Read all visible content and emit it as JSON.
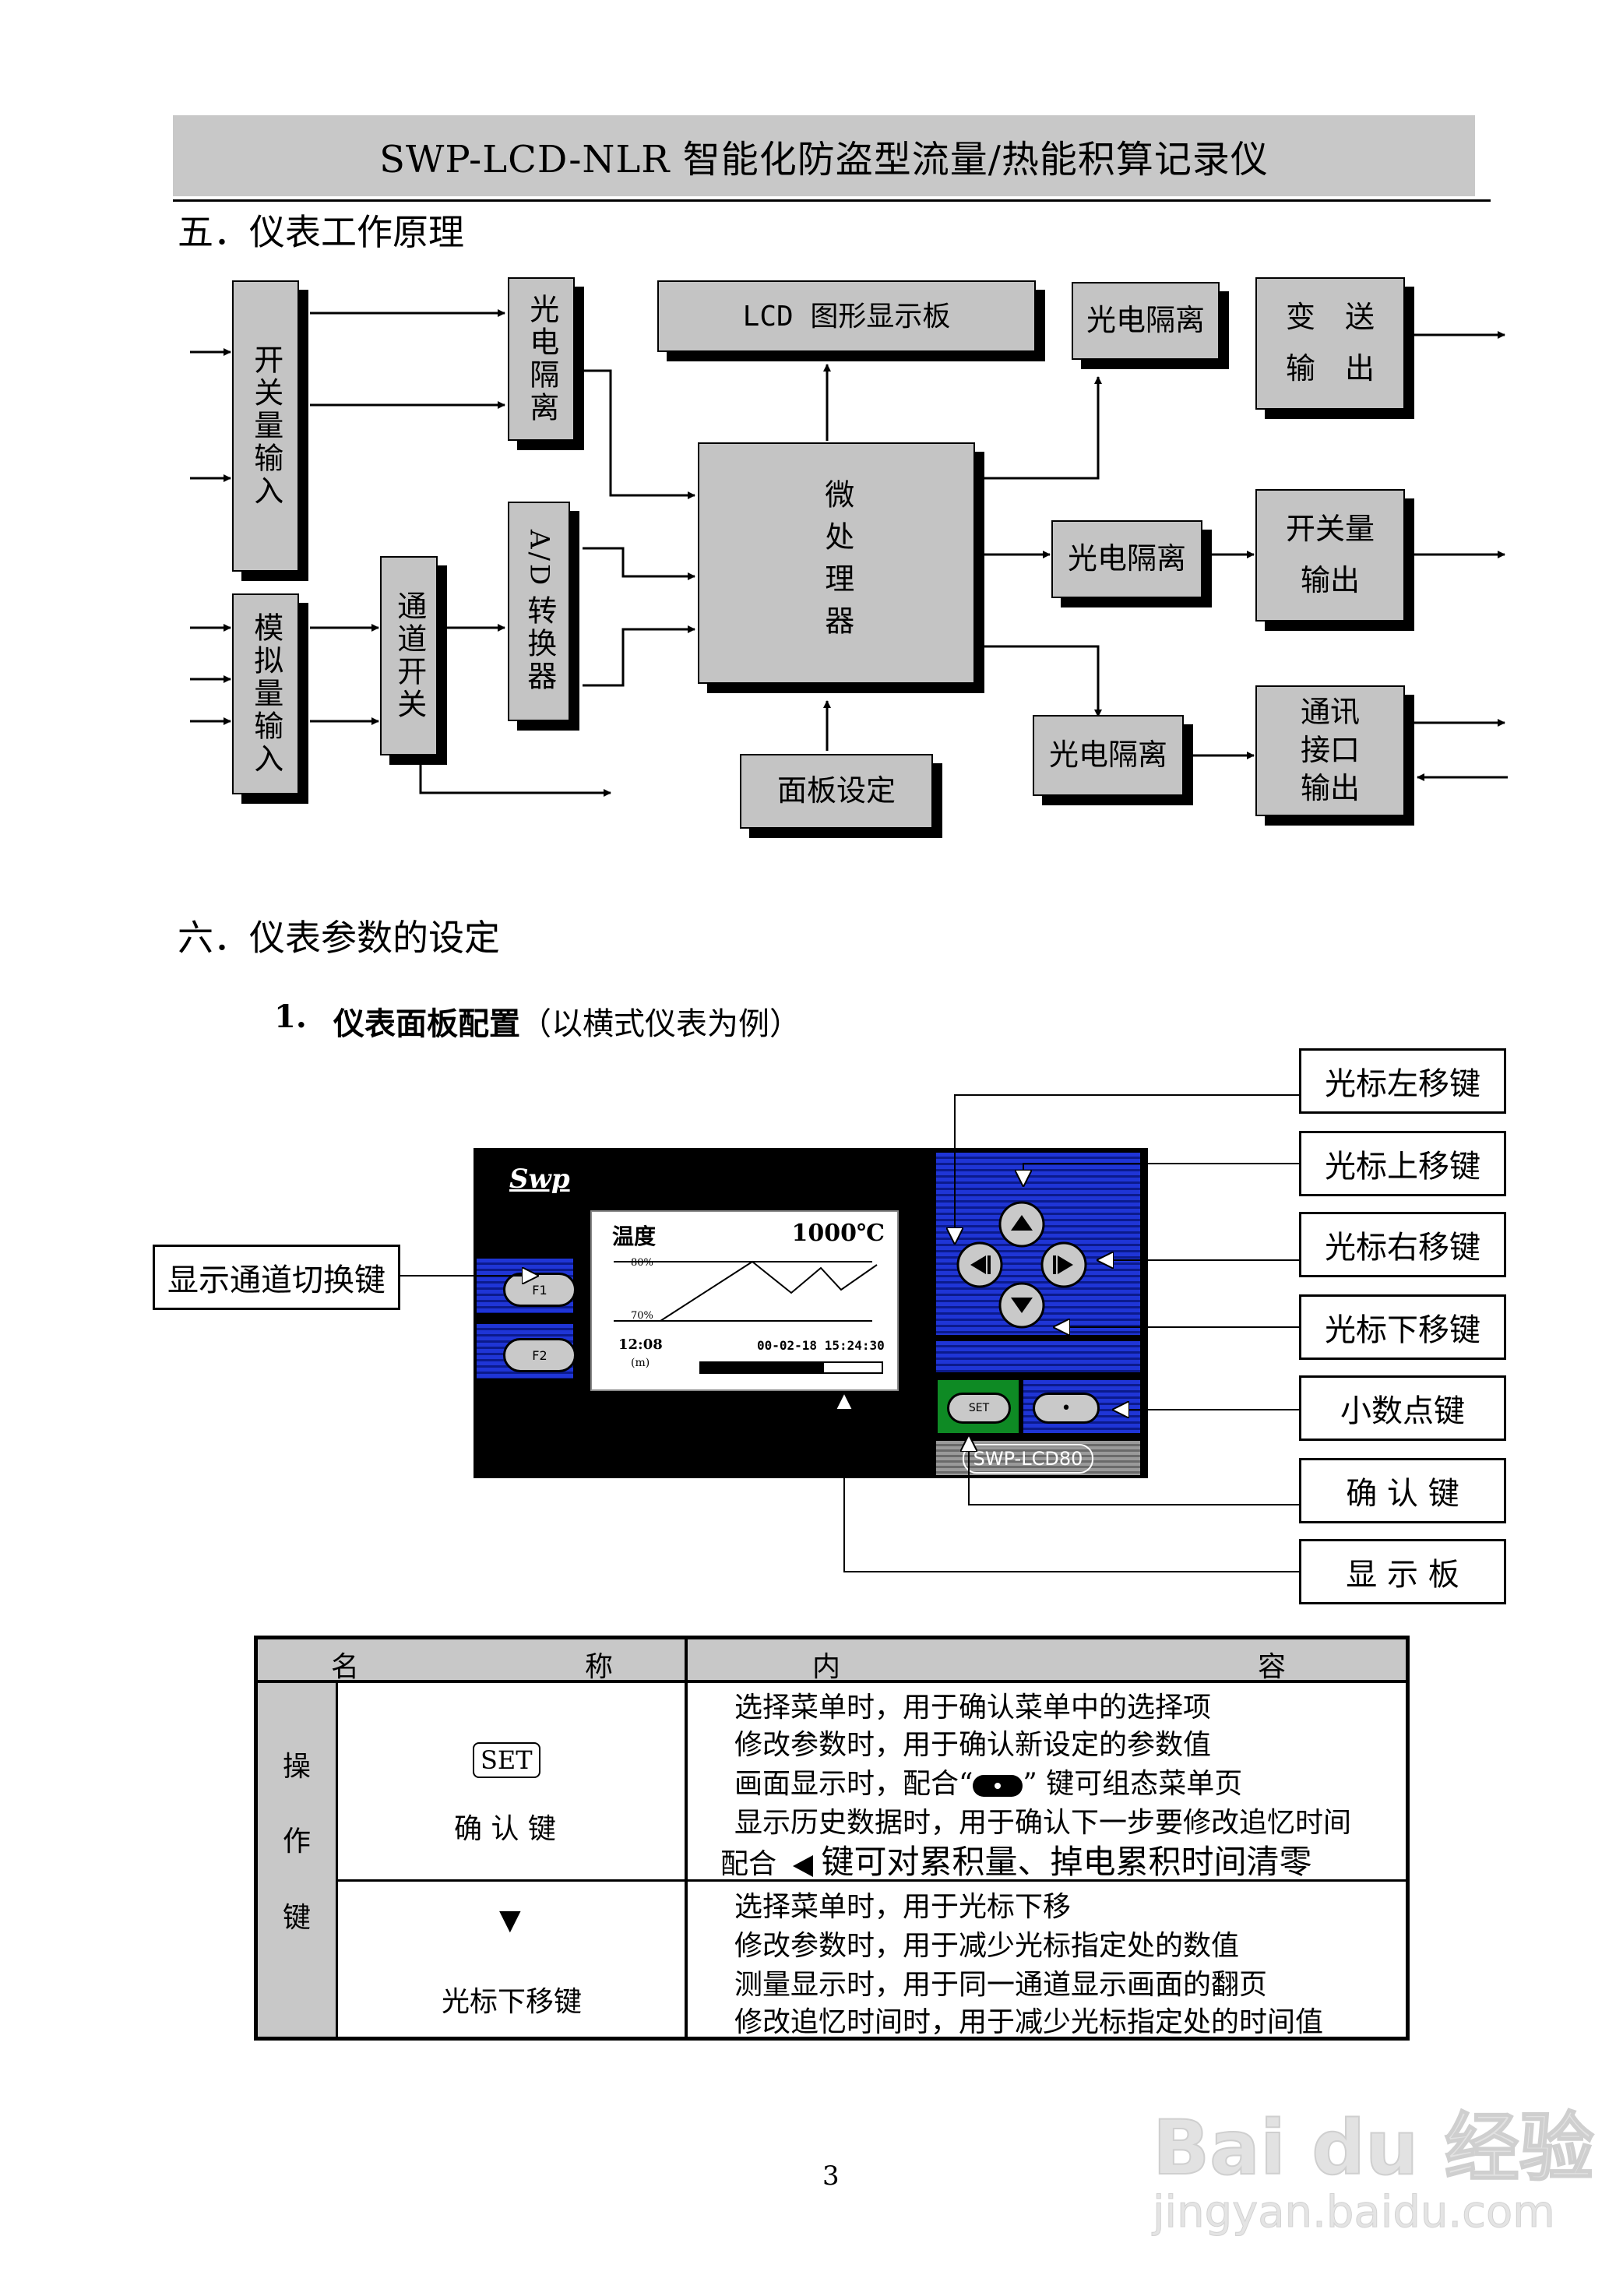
{
  "header": {
    "title": "SWP-LCD-NLR 智能化防盗型流量/热能积算记录仪"
  },
  "section5": {
    "title": "五．仪表工作原理",
    "blocks": {
      "switch_input": "开关量输入",
      "analog_input": "模拟量输入",
      "opto1": "光电隔离",
      "channel_switch": "通道开关",
      "adc_prefix": "A/D",
      "adc_suffix": "转换器",
      "lcd_board": "LCD 图形显示板",
      "cpu": "微处理器",
      "panel_setting": "面板设定",
      "opto2": "光电隔离",
      "opto3": "光电隔离",
      "opto4": "光电隔离",
      "transmit_top": "变　送",
      "transmit_bottom": "输　出",
      "switch_out_top": "开关量",
      "switch_out_bottom": "输出",
      "comm_1": "通讯",
      "comm_2": "接口",
      "comm_3": "输出"
    }
  },
  "section6": {
    "title": "六．仪表参数的设定",
    "sub_number": "1.",
    "sub_title": "仪表面板配置",
    "sub_note": "（以横式仪表为例）"
  },
  "panel": {
    "logo": "Swp",
    "screen": {
      "label": "温度",
      "value": "1000℃",
      "tick_high": "80%",
      "tick_low": "70%",
      "span": "12:08",
      "span_unit": "(m)",
      "datetime": "00-02-18 15:24:30",
      "progress": 0.68
    },
    "f1": "F1",
    "f2": "F2",
    "set": "SET",
    "model": "SWP-LCD80",
    "callouts": {
      "display_switch": "显示通道切换键",
      "cursor_left": "光标左移键",
      "cursor_up": "光标上移键",
      "cursor_right": "光标右移键",
      "cursor_down": "光标下移键",
      "decimal": "小数点键",
      "confirm": "确 认 键",
      "display_board": "显 示 板"
    }
  },
  "table": {
    "head_name_1": "名",
    "head_name_2": "称",
    "head_content_1": "内",
    "head_content_2": "容",
    "group_1": "操",
    "group_2": "作",
    "group_3": "键",
    "row1": {
      "key_label": "SET",
      "name": "确 认 键",
      "lines": [
        "选择菜单时，用于确认菜单中的选择项",
        "修改参数时，用于确认新设定的参数值",
        "画面显示时，配合“",
        "” 键可组态菜单页",
        "显示历史数据时，用于确认下一步要修改追忆时间",
        "配合",
        "键可对累积量、掉电累积时间清零"
      ]
    },
    "row2": {
      "key_symbol": "▼",
      "name": "光标下移键",
      "lines": [
        "选择菜单时，用于光标下移",
        "修改参数时，用于减少光标指定处的数值",
        "测量显示时，用于同一通道显示画面的翻页",
        "修改追忆时间时，用于减少光标指定处的时间值"
      ]
    }
  },
  "footer": {
    "page_number": "3",
    "watermark_main": "Bai du 经验",
    "watermark_url": "jingyan.baidu.com"
  }
}
